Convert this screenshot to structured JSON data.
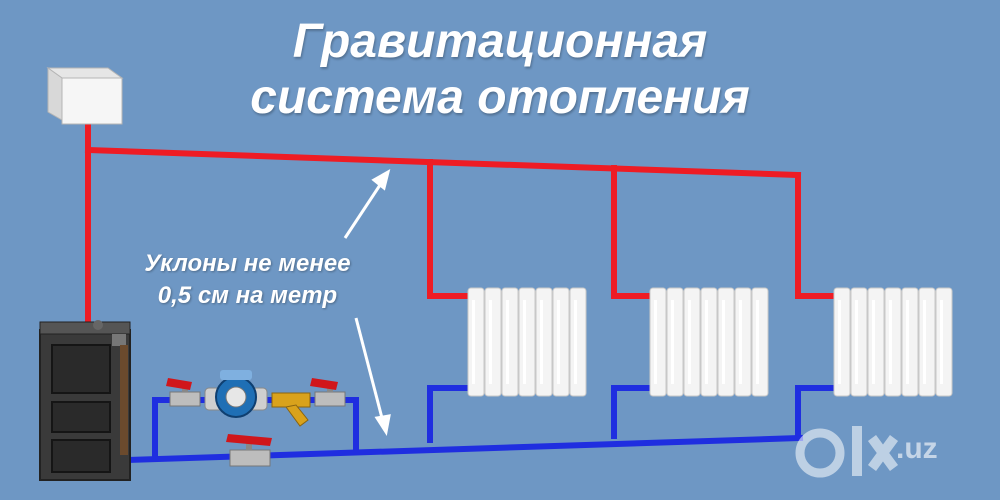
{
  "title": {
    "line1": "Гравитационная",
    "line2": "система отопления"
  },
  "annotation": {
    "line1": "Уклоны не менее",
    "line2": "0,5 см на метр"
  },
  "colors": {
    "background": "#6e97c4",
    "supply_pipe": "#ee1c24",
    "return_pipe": "#1f2ee0",
    "radiator": "#f4f4f4",
    "boiler": "#3b3b3b",
    "valve_handle": "#d0161b",
    "pump": "#1f6fb5",
    "filter": "#d9a21c"
  },
  "watermark": {
    "brand": "olx",
    "suffix": ".uz"
  },
  "icons": [
    "expansion-tank-icon",
    "boiler-icon",
    "radiator-icon",
    "circulation-pump-icon",
    "ball-valve-icon",
    "strainer-filter-icon",
    "arrow-icon"
  ]
}
